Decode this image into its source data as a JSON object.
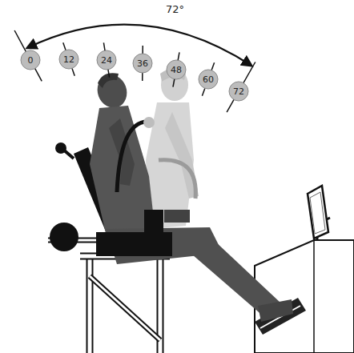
{
  "diagram": {
    "nodes": [
      {
        "text": [
          "0"
        ]
      },
      {
        "text": [
          "12"
        ]
      },
      {
        "text": [
          "24"
        ]
      },
      {
        "text": [
          "36"
        ]
      },
      {
        "text": [
          "48"
        ]
      },
      {
        "text": [
          "60"
        ]
      },
      {
        "text": [
          "72"
        ]
      }
    ],
    "labels": [
      "72°"
    ]
  }
}
